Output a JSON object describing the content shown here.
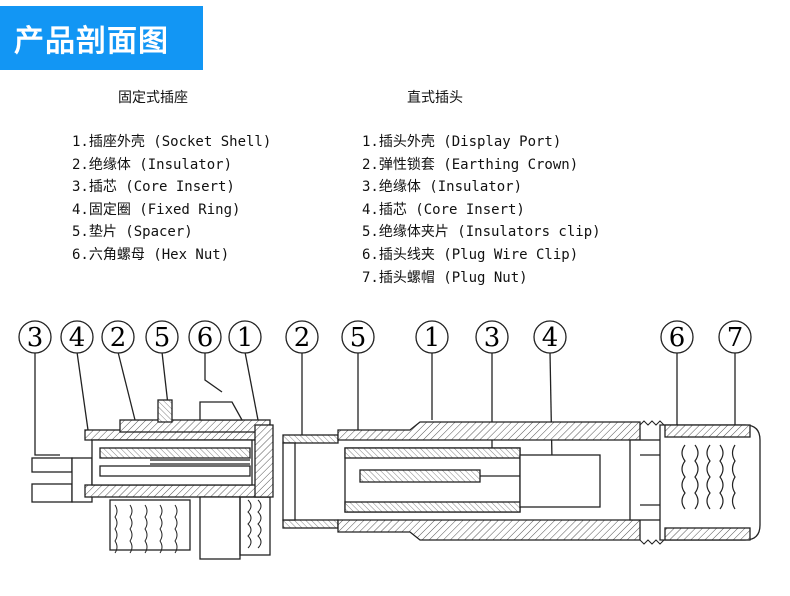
{
  "banner": {
    "title": "产品剖面图"
  },
  "left": {
    "title": "固定式插座",
    "items": [
      "1.插座外壳 (Socket Shell)",
      "2.绝缘体 (Insulator)",
      "3.插芯 (Core Insert)",
      "4.固定圈 (Fixed Ring)",
      "5.垫片 (Spacer)",
      "6.六角螺母 (Hex Nut)"
    ]
  },
  "right": {
    "title": "直式插头",
    "items": [
      "1.插头外壳 (Display Port)",
      "2.弹性锁套 (Earthing Crown)",
      "3.绝缘体 (Insulator)",
      "4.插芯 (Core Insert)",
      "5.绝缘体夹片 (Insulators clip)",
      "6.插头线夹 (Plug Wire Clip)",
      "7.插头螺帽 (Plug Nut)"
    ]
  },
  "diagram": {
    "socket_labels": [
      "3",
      "4",
      "2",
      "5",
      "6",
      "1"
    ],
    "plug_labels": [
      "2",
      "5",
      "1",
      "3",
      "4",
      "6",
      "7"
    ]
  }
}
